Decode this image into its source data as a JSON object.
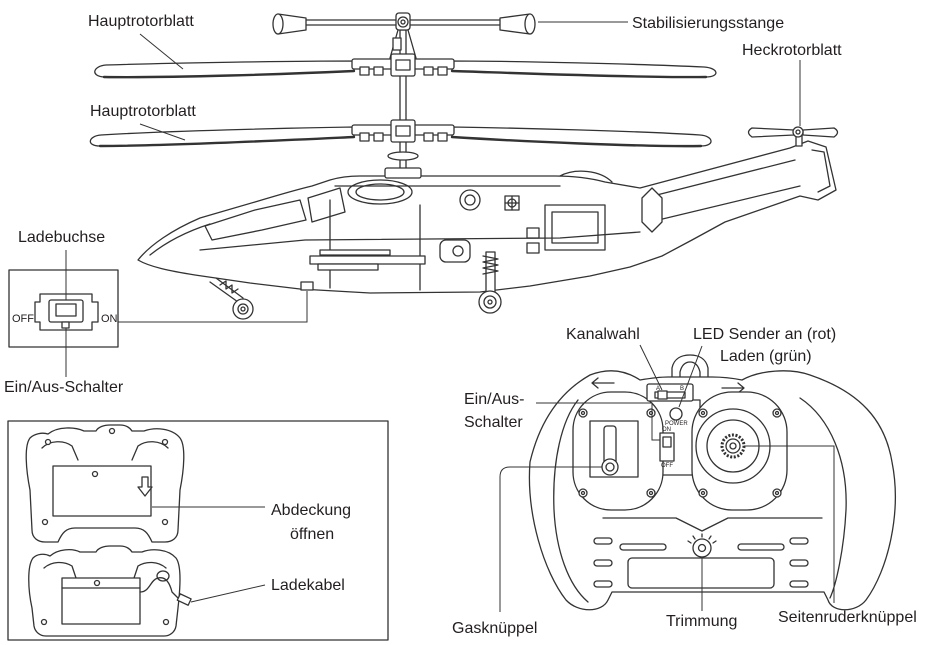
{
  "labels": {
    "main_rotor_blade_upper": "Hauptrotorblatt",
    "stabilizer_bar": "Stabilisierungsstange",
    "tail_rotor_blade": "Heckrotorblatt",
    "main_rotor_blade_lower": "Hauptrotorblatt",
    "charging_socket": "Ladebuchse",
    "switch_off": "OFF",
    "switch_on": "ON",
    "heli_power_switch": "Ein/Aus-Schalter",
    "cover_open_line1": "Abdeckung",
    "cover_open_line2": "öffnen",
    "charging_cable": "Ladekabel",
    "channel_select": "Kanalwahl",
    "led_line1": "LED Sender an (rot)",
    "led_line2": "Laden (grün)",
    "tx_power_switch_line1": "Ein/Aus-",
    "tx_power_switch_line2": "Schalter",
    "throttle_stick": "Gasknüppel",
    "trim": "Trimmung",
    "rudder_stick": "Seitenruderknüppel"
  },
  "transmitter_markings": {
    "channel_a": "A",
    "channel_b": "B",
    "power": "POWER",
    "on": "ON",
    "off": "OFF"
  },
  "colors": {
    "line": "#333333",
    "text": "#231f20",
    "background": "#ffffff"
  }
}
